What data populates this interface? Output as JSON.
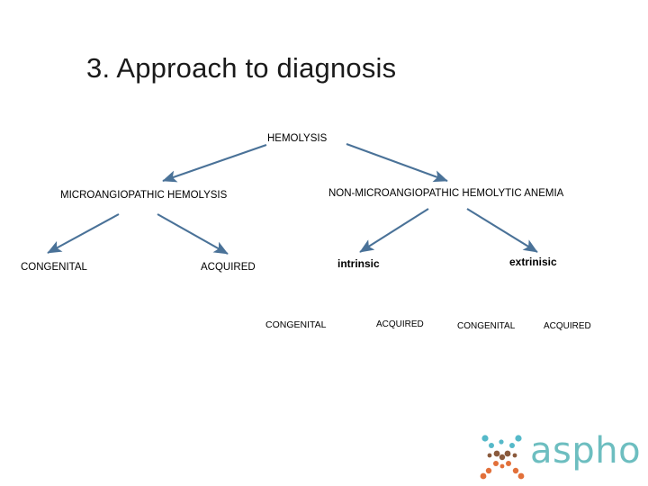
{
  "slide": {
    "title": "3.  Approach to diagnosis",
    "background_color": "#ffffff",
    "arrow_color": "#4a7298",
    "text_color": "#000000"
  },
  "diagram": {
    "type": "flowchart-tree",
    "nodes": [
      {
        "id": "root",
        "label": "HEMOLYSIS",
        "level": 0
      },
      {
        "id": "microangio",
        "label": "MICROANGIOPATHIC HEMOLYSIS",
        "level": 1
      },
      {
        "id": "nonmicroangio",
        "label": "NON-MICROANGIOPATHIC HEMOLYTIC ANEMIA",
        "level": 1
      },
      {
        "id": "ma-congenital",
        "label": "CONGENITAL",
        "level": 2
      },
      {
        "id": "ma-acquired",
        "label": "ACQUIRED",
        "level": 2
      },
      {
        "id": "intrinsic",
        "label": "intrinsic",
        "level": 2
      },
      {
        "id": "extrinsic",
        "label": "extrinisic",
        "level": 2
      },
      {
        "id": "int-congenital",
        "label": "CONGENITAL",
        "level": 3
      },
      {
        "id": "int-acquired",
        "label": "ACQUIRED",
        "level": 3
      },
      {
        "id": "ext-congenital",
        "label": "CONGENITAL",
        "level": 3
      },
      {
        "id": "ext-acquired",
        "label": "ACQUIRED",
        "level": 3
      }
    ],
    "edges": [
      {
        "from": "root",
        "to": "microangio"
      },
      {
        "from": "root",
        "to": "nonmicroangio"
      },
      {
        "from": "microangio",
        "to": "ma-congenital"
      },
      {
        "from": "microangio",
        "to": "ma-acquired"
      },
      {
        "from": "nonmicroangio",
        "to": "intrinsic"
      },
      {
        "from": "nonmicroangio",
        "to": "extrinsic"
      }
    ]
  },
  "logo": {
    "wordmark": "aspho",
    "text_color": "#6dbec0",
    "mark_colors": {
      "top": "#55b9c9",
      "middle": "#8a5a3c",
      "bottom": "#e2703a"
    }
  }
}
